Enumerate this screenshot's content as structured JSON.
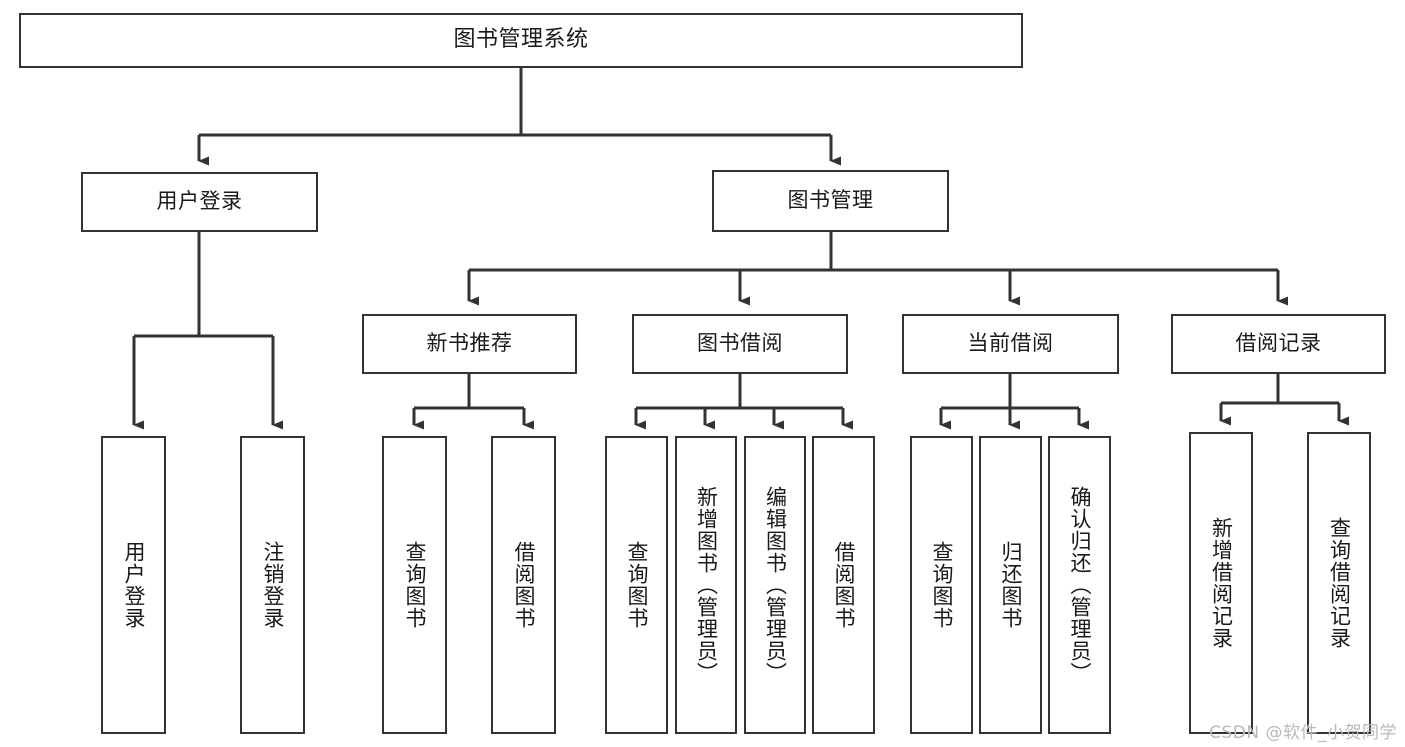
{
  "diagram": {
    "type": "tree-hierarchy-chart",
    "title": "图书管理系统",
    "orientation": "top-down",
    "line_color": "#333333",
    "box_fill": "#ffffff",
    "box_border": "#333333",
    "watermark": "CSDN @软件_小贺同学",
    "levels": 3,
    "nodes": {
      "root": {
        "label": "图书管理系统",
        "level": 0
      },
      "l1": [
        {
          "id": "user-login",
          "label": "用户登录",
          "level": 1
        },
        {
          "id": "book-manage",
          "label": "图书管理",
          "level": 1
        }
      ],
      "l2": [
        {
          "id": "new-book-rec",
          "label": "新书推荐",
          "level": 2,
          "parent": "book-manage"
        },
        {
          "id": "book-borrow",
          "label": "图书借阅",
          "level": 2,
          "parent": "book-manage"
        },
        {
          "id": "current-borrow",
          "label": "当前借阅",
          "level": 2,
          "parent": "book-manage"
        },
        {
          "id": "borrow-record",
          "label": "借阅记录",
          "level": 2,
          "parent": "book-manage"
        }
      ],
      "leaves": [
        {
          "id": "leaf-user-login",
          "label": "用户登录",
          "parent": "user-login",
          "vertical": true
        },
        {
          "id": "leaf-logout",
          "label": "注销登录",
          "parent": "user-login",
          "vertical": true
        },
        {
          "id": "leaf-query-book-rec",
          "label": "查询图书",
          "parent": "new-book-rec",
          "vertical": true
        },
        {
          "id": "leaf-borrow-book-rec",
          "label": "借阅图书",
          "parent": "new-book-rec",
          "vertical": true
        },
        {
          "id": "leaf-query-book-borrow",
          "label": "查询图书",
          "parent": "book-borrow",
          "vertical": true
        },
        {
          "id": "leaf-add-book",
          "label": "新增图书（管理员）",
          "parent": "book-borrow",
          "vertical": true
        },
        {
          "id": "leaf-edit-book",
          "label": "编辑图书（管理员）",
          "parent": "book-borrow",
          "vertical": true
        },
        {
          "id": "leaf-borrow-book",
          "label": "借阅图书",
          "parent": "book-borrow",
          "vertical": true
        },
        {
          "id": "leaf-query-book-current",
          "label": "查询图书",
          "parent": "current-borrow",
          "vertical": true
        },
        {
          "id": "leaf-return-book",
          "label": "归还图书",
          "parent": "current-borrow",
          "vertical": true
        },
        {
          "id": "leaf-confirm-return",
          "label": "确认归还（管理员）",
          "parent": "current-borrow",
          "vertical": true
        },
        {
          "id": "leaf-add-record",
          "label": "新增借阅记录",
          "parent": "borrow-record",
          "vertical": true
        },
        {
          "id": "leaf-query-record",
          "label": "查询借阅记录",
          "parent": "borrow-record",
          "vertical": true
        }
      ]
    }
  }
}
